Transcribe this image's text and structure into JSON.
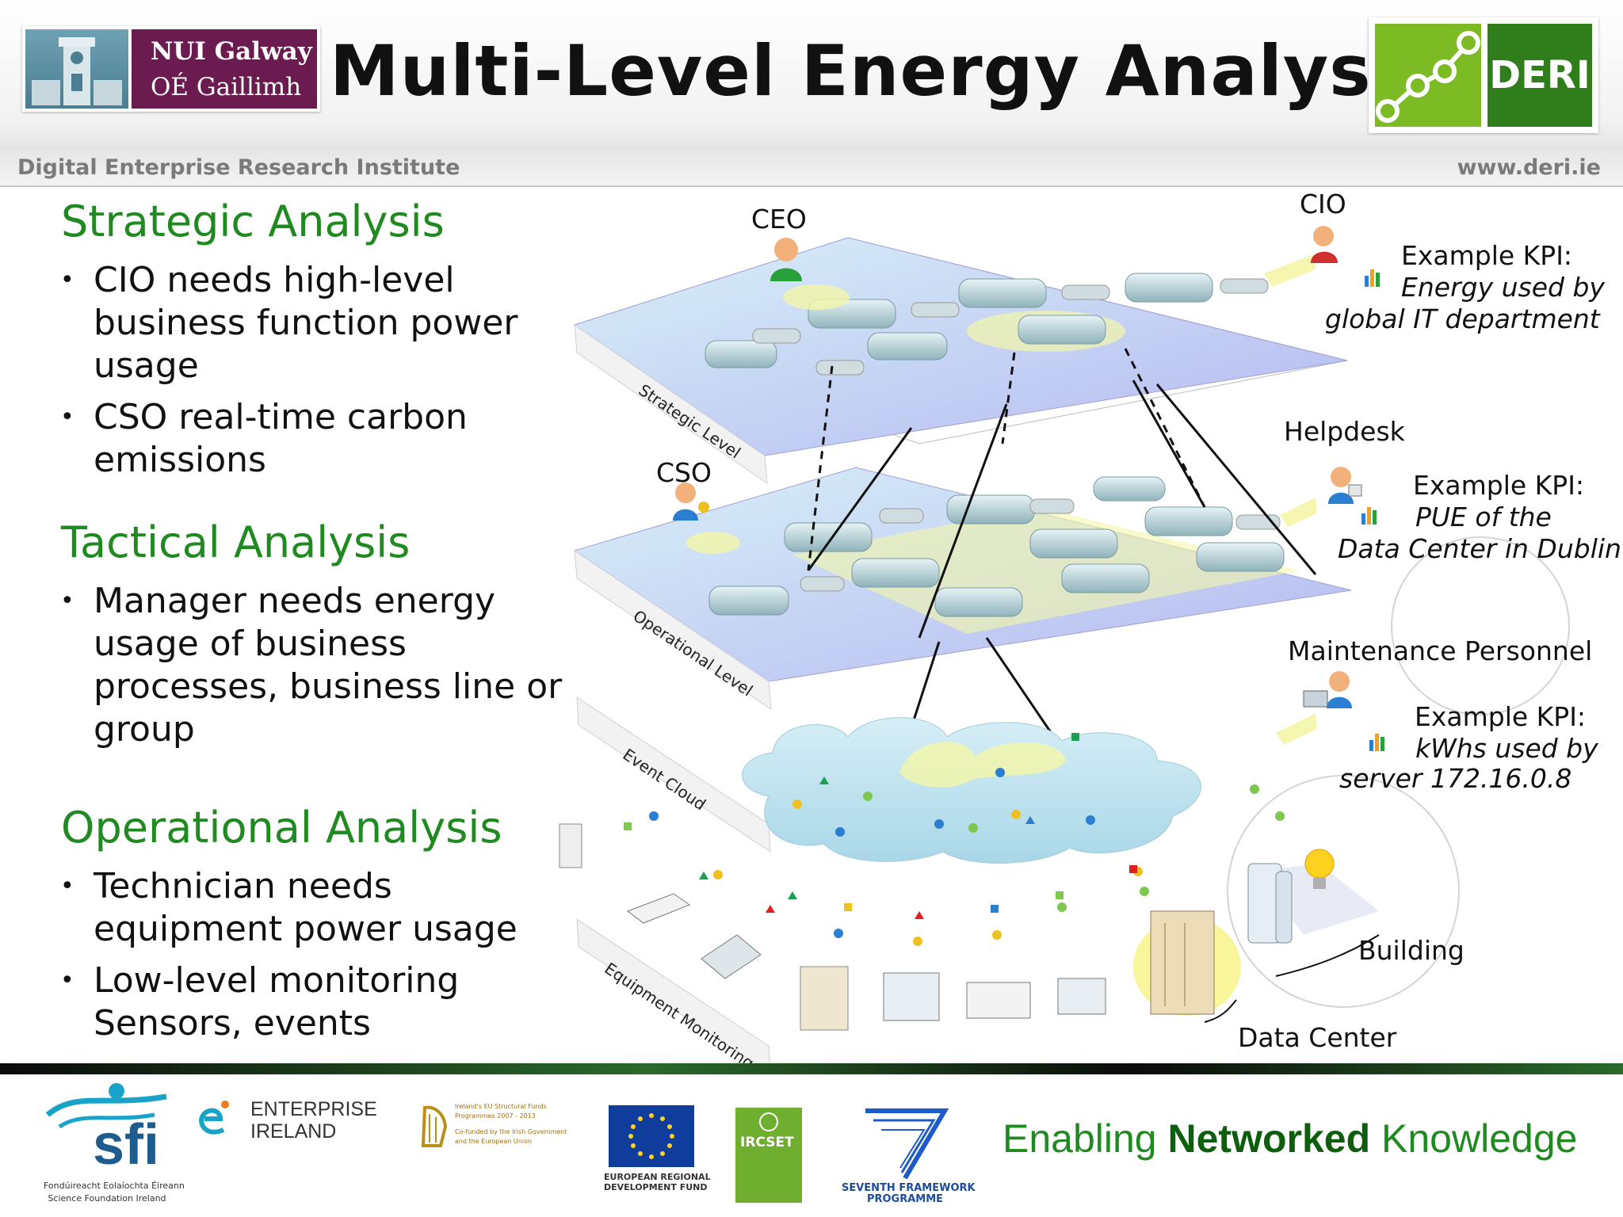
{
  "header": {
    "nui_line1": "NUI Galway",
    "nui_line2": "OÉ Gaillimh",
    "title": "Multi-Level Energy Analysis",
    "deri_logo": "DERI",
    "institute": "Digital Enterprise Research Institute",
    "url": "www.deri.ie"
  },
  "left": {
    "strategic": {
      "heading": "Strategic Analysis",
      "bullets": [
        "CIO needs high-level business function power usage",
        "CSO real-time carbon emissions"
      ]
    },
    "tactical": {
      "heading": "Tactical Analysis",
      "bullets": [
        "Manager needs energy usage of business processes, business line or group"
      ]
    },
    "operational": {
      "heading": "Operational Analysis",
      "bullets": [
        "Technician needs equipment power usage",
        "Low-level monitoring Sensors, events"
      ]
    }
  },
  "diagram": {
    "roles": {
      "ceo": "CEO",
      "cio": "CIO",
      "cso": "CSO",
      "helpdesk": "Helpdesk",
      "maintenance": "Maintenance Personnel"
    },
    "levels": {
      "strategic": "Strategic Level",
      "operational": "Operational Level",
      "event_cloud": "Event Cloud",
      "equipment": "Equipment Monitoring"
    },
    "kpis": [
      {
        "title": "Example KPI:",
        "line1": "Energy used by",
        "line2": "global  IT department"
      },
      {
        "title": "Example KPI:",
        "line1": "PUE of the",
        "line2": "Data Center in Dublin"
      },
      {
        "title": "Example KPI:",
        "line1": "kWhs used by",
        "line2": "server 172.16.0.8"
      }
    ],
    "building": "Building",
    "data_center": "Data Center"
  },
  "footer": {
    "tagline_pre": "Enabling ",
    "tagline_bold": "Networked",
    "tagline_post": " Knowledge",
    "sfi": "sfi",
    "sfi_sub1": "Fondúireacht Eolaíochta Éireann",
    "sfi_sub2": "Science Foundation Ireland",
    "ei_line1": "ENTERPRISE",
    "ei_line2": "IRELAND",
    "harp_line1": "Ireland's EU Structural Funds",
    "harp_line2": "Programmes 2007 - 2013",
    "harp_line3": "Co-funded by the Irish Government",
    "harp_line4": "and the European Union",
    "erdf_line1": "EUROPEAN REGIONAL",
    "erdf_line2": "DEVELOPMENT FUND",
    "ircset": "IRCSET",
    "fp7_line1": "SEVENTH FRAMEWORK",
    "fp7_line2": "PROGRAMME"
  }
}
